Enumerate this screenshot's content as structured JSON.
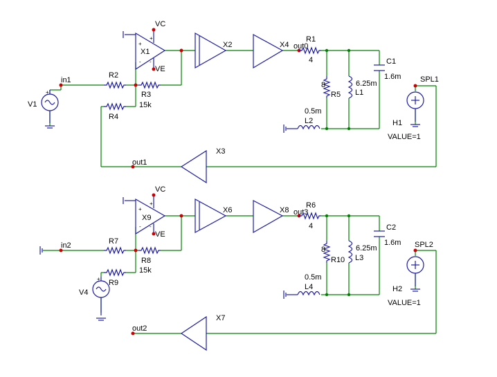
{
  "labels": {
    "vc1": "VC",
    "ve1": "VE",
    "x1": "X1",
    "x2": "X2",
    "x4": "X4",
    "out0": "out0",
    "r1": "R1",
    "r1v": "4",
    "in1": "in1",
    "r2": "R2",
    "r3": "R3",
    "r3v": "15k",
    "r4": "R4",
    "v1": "V1",
    "r5v": "8",
    "r5": "R5",
    "l1v": "6.25m",
    "l1": "L1",
    "c1": "C1",
    "c1v": "1.6m",
    "spl1": "SPL1",
    "l2v": "0.5m",
    "l2": "L2",
    "h1": "H1",
    "val1": "VALUE=1",
    "x3": "X3",
    "out1": "out1",
    "vc2": "VC",
    "ve2": "VE",
    "x9": "X9",
    "x6": "X6",
    "x8": "X8",
    "out3": "out3",
    "r6": "R6",
    "r6v": "4",
    "in2": "in2",
    "r7": "R7",
    "r8": "R8",
    "r8v": "15k",
    "r9": "R9",
    "v4": "V4",
    "r10v": "8",
    "r10": "R10",
    "l3v": "6.25m",
    "l3": "L3",
    "c2": "C2",
    "c2v": "1.6m",
    "spl2": "SPL2",
    "l4v": "0.5m",
    "l4": "L4",
    "h2": "H2",
    "val2": "VALUE=1",
    "x7": "X7",
    "out2": "out2"
  },
  "colors": {
    "wire": "#008000",
    "part": "#1a1aa8",
    "node": "#cc0000"
  }
}
